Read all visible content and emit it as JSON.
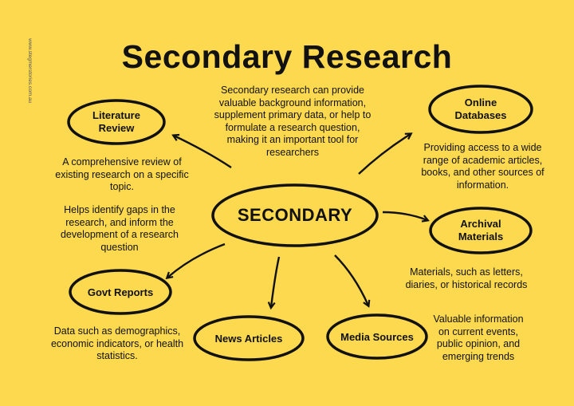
{
  "title": "Secondary Research",
  "watermark": "www.stegmerstories.com.au",
  "intro": "Secondary research can provide valuable background information, supplement primary data, or help to formulate a research question, making it an important tool for researchers",
  "center": "SECONDARY",
  "nodes": [
    {
      "label": "Literature Review",
      "desc": "A comprehensive review of existing research on a specific topic.",
      "desc2": "Helps identify gaps in the research, and inform the development of a research question"
    },
    {
      "label": "Online Databases",
      "desc": "Providing access to a wide range of academic articles, books, and other sources of information."
    },
    {
      "label": "Archival Materials",
      "desc": "Materials, such as letters, diaries, or historical records"
    },
    {
      "label": "Govt Reports",
      "desc": "Data such as demographics, economic indicators, or health statistics."
    },
    {
      "label": "News Articles"
    },
    {
      "label": "Media Sources",
      "desc": "Valuable information on current events, public opinion, and emerging trends"
    }
  ],
  "colors": {
    "background": "#fcd94f",
    "ink": "#111111"
  }
}
